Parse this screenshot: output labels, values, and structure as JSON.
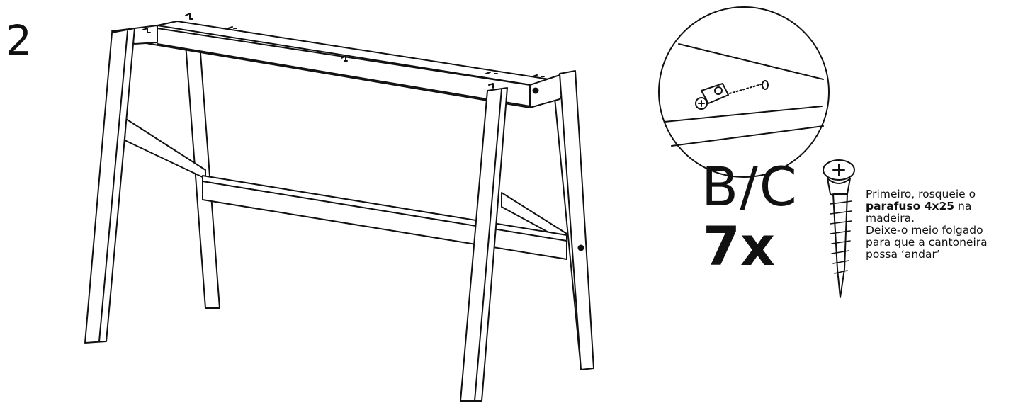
{
  "step": {
    "number": "2"
  },
  "callout": {
    "part_label": "B/C",
    "quantity": "7x"
  },
  "instruction": {
    "line1": "Primeiro, rosqueie o",
    "bold": "parafuso 4x25",
    "after_bold": " na",
    "line3": "madeira.",
    "line4": "Deixe-o meio folgado",
    "line5": "para que a cantoneira",
    "line6": "possa ‘andar’"
  },
  "icons": [
    "table-frame-drawing",
    "bracket-detail-icon",
    "screw-icon"
  ]
}
